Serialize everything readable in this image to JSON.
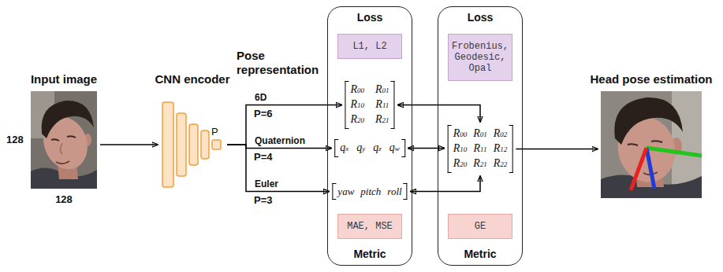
{
  "diagram": {
    "nodes": [
      {
        "text": [
          "Input image"
        ]
      },
      {
        "text": [
          "CNN encoder",
          "P"
        ]
      },
      {
        "text": [
          "Loss",
          "Metric"
        ]
      },
      {
        "text": [
          "L1, L2"
        ],
        "in": 2
      },
      {
        "text": [
          "R00",
          "R01",
          "R10",
          "R11",
          "R20",
          "R21"
        ],
        "in": 2
      },
      {
        "text": [
          "qx",
          "qy",
          "qz",
          "qw"
        ],
        "in": 2
      },
      {
        "text": [
          "yaw",
          "pitch",
          "roll"
        ],
        "in": 2
      },
      {
        "text": [
          "MAE, MSE"
        ],
        "in": 2
      },
      {
        "text": [
          "Loss",
          "Metric"
        ]
      },
      {
        "text": [
          "Frobenius, Geodesic, Opal"
        ],
        "in": 8
      },
      {
        "text": [
          "R00",
          "R01",
          "R02",
          "R10",
          "R11",
          "R12",
          "R20",
          "R21",
          "R22"
        ],
        "in": 8
      },
      {
        "text": [
          "GE"
        ],
        "in": 8
      },
      {
        "text": [
          "Head pose estimation"
        ]
      }
    ],
    "edges": [
      {
        "from": 0,
        "to": 1,
        "arrow": "to"
      },
      {
        "from": 1,
        "to": 4,
        "arrow": "to",
        "label": "6D"
      },
      {
        "from": 1,
        "to": 5,
        "arrow": "to",
        "label": "Quaternion"
      },
      {
        "from": 1,
        "to": 6,
        "arrow": "to",
        "label": "Euler"
      },
      {
        "from": 4,
        "to": 10,
        "arrow": "both"
      },
      {
        "from": 5,
        "to": 10,
        "arrow": "both"
      },
      {
        "from": 6,
        "to": 10,
        "arrow": "both"
      },
      {
        "from": 10,
        "to": 12,
        "arrow": "to"
      }
    ],
    "labels": [
      "128",
      "128",
      "Pose representation",
      "P=6",
      "P=4",
      "P=3"
    ]
  }
}
